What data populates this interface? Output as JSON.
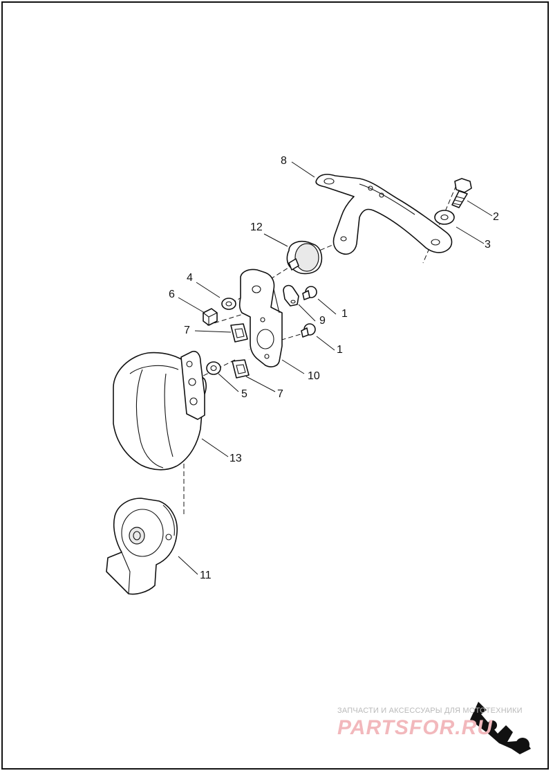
{
  "callouts": [
    {
      "id": "c1a",
      "text": "1"
    },
    {
      "id": "c1b",
      "text": "1"
    },
    {
      "id": "c2",
      "text": "2"
    },
    {
      "id": "c3",
      "text": "3"
    },
    {
      "id": "c4",
      "text": "4"
    },
    {
      "id": "c5",
      "text": "5"
    },
    {
      "id": "c6",
      "text": "6"
    },
    {
      "id": "c7a",
      "text": "7"
    },
    {
      "id": "c7b",
      "text": "7"
    },
    {
      "id": "c8",
      "text": "8"
    },
    {
      "id": "c9",
      "text": "9"
    },
    {
      "id": "c10",
      "text": "10"
    },
    {
      "id": "c11",
      "text": "11"
    },
    {
      "id": "c12",
      "text": "12"
    },
    {
      "id": "c13",
      "text": "13"
    }
  ],
  "watermark": {
    "caption": "ЗАПЧАСТИ И АКСЕССУАРЫ ДЛЯ МОТОТЕХНИКИ",
    "logo_text": "PARTSFOR.RU"
  },
  "colors": {
    "line": "#111111",
    "watermark_logo": "#f2b8bc",
    "watermark_caption": "#b9b9b9"
  }
}
